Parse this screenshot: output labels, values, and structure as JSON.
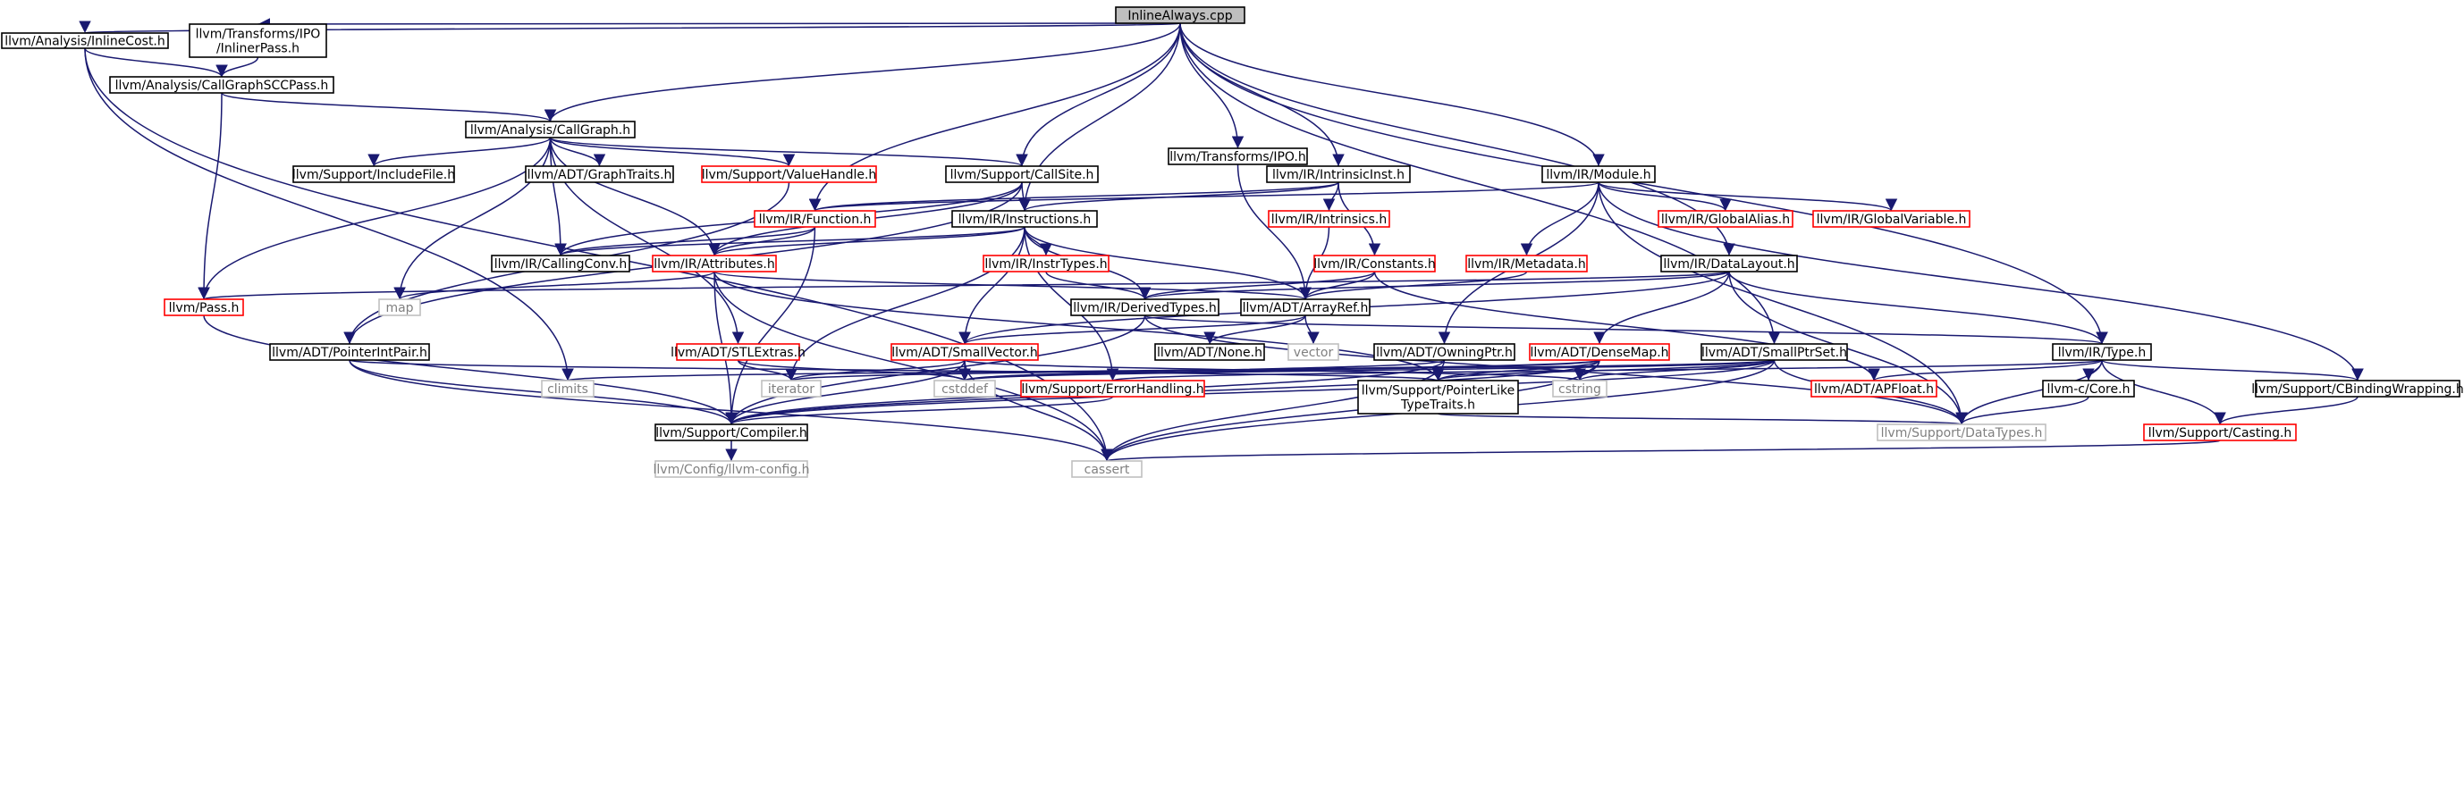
{
  "graph": {
    "colors": {
      "edge": "#191970",
      "root_fill": "#bfbfbf",
      "normal_border": "#000000",
      "truncated_border": "#ff0000",
      "external_border": "#bfbfbf",
      "external_text": "#808080",
      "text": "#000000"
    },
    "nodes": [
      {
        "id": "inline_always",
        "label": [
          "InlineAlways.cpp"
        ],
        "kind": "root"
      },
      {
        "id": "analysis_inlinecost",
        "label": [
          "llvm/Analysis/InlineCost.h"
        ],
        "kind": "normal"
      },
      {
        "id": "transforms_inlinerpass",
        "label": [
          "llvm/Transforms/IPO",
          "/InlinerPass.h"
        ],
        "kind": "normal"
      },
      {
        "id": "analysis_callgraphscc",
        "label": [
          "llvm/Analysis/CallGraphSCCPass.h"
        ],
        "kind": "normal"
      },
      {
        "id": "analysis_callgraph",
        "label": [
          "llvm/Analysis/CallGraph.h"
        ],
        "kind": "normal"
      },
      {
        "id": "transforms_ipo",
        "label": [
          "llvm/Transforms/IPO.h"
        ],
        "kind": "normal"
      },
      {
        "id": "support_includefile",
        "label": [
          "llvm/Support/IncludeFile.h"
        ],
        "kind": "normal"
      },
      {
        "id": "adt_graphtraits",
        "label": [
          "llvm/ADT/GraphTraits.h"
        ],
        "kind": "normal"
      },
      {
        "id": "support_valuehandle",
        "label": [
          "llvm/Support/ValueHandle.h"
        ],
        "kind": "truncated"
      },
      {
        "id": "support_callsite",
        "label": [
          "llvm/Support/CallSite.h"
        ],
        "kind": "normal"
      },
      {
        "id": "ir_intrinsicinst",
        "label": [
          "llvm/IR/IntrinsicInst.h"
        ],
        "kind": "normal"
      },
      {
        "id": "ir_module",
        "label": [
          "llvm/IR/Module.h"
        ],
        "kind": "normal"
      },
      {
        "id": "ir_function",
        "label": [
          "llvm/IR/Function.h"
        ],
        "kind": "truncated"
      },
      {
        "id": "ir_instructions",
        "label": [
          "llvm/IR/Instructions.h"
        ],
        "kind": "normal"
      },
      {
        "id": "ir_intrinsics",
        "label": [
          "llvm/IR/Intrinsics.h"
        ],
        "kind": "truncated"
      },
      {
        "id": "ir_globalalias",
        "label": [
          "llvm/IR/GlobalAlias.h"
        ],
        "kind": "truncated"
      },
      {
        "id": "ir_globalvariable",
        "label": [
          "llvm/IR/GlobalVariable.h"
        ],
        "kind": "truncated"
      },
      {
        "id": "ir_callingconv",
        "label": [
          "llvm/IR/CallingConv.h"
        ],
        "kind": "normal"
      },
      {
        "id": "ir_attributes",
        "label": [
          "llvm/IR/Attributes.h"
        ],
        "kind": "truncated"
      },
      {
        "id": "ir_instrtypes",
        "label": [
          "llvm/IR/InstrTypes.h"
        ],
        "kind": "truncated"
      },
      {
        "id": "ir_constants",
        "label": [
          "llvm/IR/Constants.h"
        ],
        "kind": "truncated"
      },
      {
        "id": "ir_metadata",
        "label": [
          "llvm/IR/Metadata.h"
        ],
        "kind": "truncated"
      },
      {
        "id": "ir_datalayout",
        "label": [
          "llvm/IR/DataLayout.h"
        ],
        "kind": "normal"
      },
      {
        "id": "pass",
        "label": [
          "llvm/Pass.h"
        ],
        "kind": "truncated"
      },
      {
        "id": "map",
        "label": [
          "map"
        ],
        "kind": "external"
      },
      {
        "id": "ir_derivedtypes",
        "label": [
          "llvm/IR/DerivedTypes.h"
        ],
        "kind": "normal"
      },
      {
        "id": "adt_arrayref",
        "label": [
          "llvm/ADT/ArrayRef.h"
        ],
        "kind": "normal"
      },
      {
        "id": "adt_pointerintpair",
        "label": [
          "llvm/ADT/PointerIntPair.h"
        ],
        "kind": "normal"
      },
      {
        "id": "adt_stlextras",
        "label": [
          "llvm/ADT/STLExtras.h"
        ],
        "kind": "truncated"
      },
      {
        "id": "adt_smallvector",
        "label": [
          "llvm/ADT/SmallVector.h"
        ],
        "kind": "truncated"
      },
      {
        "id": "adt_none",
        "label": [
          "llvm/ADT/None.h"
        ],
        "kind": "normal"
      },
      {
        "id": "vector",
        "label": [
          "vector"
        ],
        "kind": "external"
      },
      {
        "id": "adt_owningptr",
        "label": [
          "llvm/ADT/OwningPtr.h"
        ],
        "kind": "normal"
      },
      {
        "id": "adt_densemap",
        "label": [
          "llvm/ADT/DenseMap.h"
        ],
        "kind": "truncated"
      },
      {
        "id": "adt_smallptrset",
        "label": [
          "llvm/ADT/SmallPtrSet.h"
        ],
        "kind": "normal"
      },
      {
        "id": "ir_type",
        "label": [
          "llvm/IR/Type.h"
        ],
        "kind": "normal"
      },
      {
        "id": "climits",
        "label": [
          "climits"
        ],
        "kind": "external"
      },
      {
        "id": "iterator",
        "label": [
          "iterator"
        ],
        "kind": "external"
      },
      {
        "id": "cstddef",
        "label": [
          "cstddef"
        ],
        "kind": "external"
      },
      {
        "id": "support_errorhandling",
        "label": [
          "llvm/Support/ErrorHandling.h"
        ],
        "kind": "truncated"
      },
      {
        "id": "support_pointerliketypetraits",
        "label": [
          "llvm/Support/PointerLike",
          "TypeTraits.h"
        ],
        "kind": "normal"
      },
      {
        "id": "cstring",
        "label": [
          "cstring"
        ],
        "kind": "external"
      },
      {
        "id": "adt_apfloat",
        "label": [
          "llvm/ADT/APFloat.h"
        ],
        "kind": "truncated"
      },
      {
        "id": "llvmc_core",
        "label": [
          "llvm-c/Core.h"
        ],
        "kind": "normal"
      },
      {
        "id": "support_cbindingwrapping",
        "label": [
          "llvm/Support/CBindingWrapping.h"
        ],
        "kind": "normal"
      },
      {
        "id": "support_compiler",
        "label": [
          "llvm/Support/Compiler.h"
        ],
        "kind": "normal"
      },
      {
        "id": "support_datatypes",
        "label": [
          "llvm/Support/DataTypes.h"
        ],
        "kind": "external"
      },
      {
        "id": "support_casting",
        "label": [
          "llvm/Support/Casting.h"
        ],
        "kind": "truncated"
      },
      {
        "id": "config_llvmconfig",
        "label": [
          "llvm/Config/llvm-config.h"
        ],
        "kind": "external"
      },
      {
        "id": "cassert",
        "label": [
          "cassert"
        ],
        "kind": "external"
      }
    ],
    "edges": [
      [
        "inline_always",
        "analysis_inlinecost"
      ],
      [
        "inline_always",
        "transforms_inlinerpass"
      ],
      [
        "inline_always",
        "analysis_callgraph"
      ],
      [
        "inline_always",
        "ir_function"
      ],
      [
        "inline_always",
        "transforms_ipo"
      ],
      [
        "inline_always",
        "support_callsite"
      ],
      [
        "inline_always",
        "ir_instructions"
      ],
      [
        "inline_always",
        "ir_intrinsicinst"
      ],
      [
        "inline_always",
        "ir_module"
      ],
      [
        "inline_always",
        "ir_datalayout"
      ],
      [
        "inline_always",
        "adt_smallptrset"
      ],
      [
        "inline_always",
        "ir_type"
      ],
      [
        "analysis_inlinecost",
        "analysis_callgraphscc"
      ],
      [
        "analysis_inlinecost",
        "climits"
      ],
      [
        "analysis_inlinecost",
        "cassert"
      ],
      [
        "transforms_inlinerpass",
        "analysis_callgraphscc"
      ],
      [
        "analysis_callgraphscc",
        "analysis_callgraph"
      ],
      [
        "analysis_callgraphscc",
        "pass"
      ],
      [
        "analysis_callgraph",
        "support_includefile"
      ],
      [
        "analysis_callgraph",
        "adt_graphtraits"
      ],
      [
        "analysis_callgraph",
        "support_valuehandle"
      ],
      [
        "analysis_callgraph",
        "support_callsite"
      ],
      [
        "analysis_callgraph",
        "ir_callingconv"
      ],
      [
        "analysis_callgraph",
        "pass"
      ],
      [
        "analysis_callgraph",
        "adt_stlextras"
      ],
      [
        "analysis_callgraph",
        "map"
      ],
      [
        "analysis_callgraph",
        "ir_attributes"
      ],
      [
        "transforms_ipo",
        "adt_arrayref"
      ],
      [
        "support_valuehandle",
        "adt_pointerintpair"
      ],
      [
        "support_callsite",
        "ir_instructions"
      ],
      [
        "support_callsite",
        "ir_attributes"
      ],
      [
        "support_callsite",
        "ir_callingconv"
      ],
      [
        "support_callsite",
        "adt_pointerintpair"
      ],
      [
        "ir_intrinsicinst",
        "ir_function"
      ],
      [
        "ir_intrinsicinst",
        "ir_instructions"
      ],
      [
        "ir_intrinsicinst",
        "ir_intrinsics"
      ],
      [
        "ir_intrinsicinst",
        "ir_constants"
      ],
      [
        "ir_module",
        "ir_function"
      ],
      [
        "ir_module",
        "ir_globalalias"
      ],
      [
        "ir_module",
        "ir_globalvariable"
      ],
      [
        "ir_module",
        "ir_metadata"
      ],
      [
        "ir_module",
        "adt_owningptr"
      ],
      [
        "ir_module",
        "support_cbindingwrapping"
      ],
      [
        "ir_module",
        "support_datatypes"
      ],
      [
        "ir_function",
        "ir_callingconv"
      ],
      [
        "ir_function",
        "ir_attributes"
      ],
      [
        "ir_function",
        "support_compiler"
      ],
      [
        "ir_instructions",
        "ir_attributes"
      ],
      [
        "ir_instructions",
        "ir_callingconv"
      ],
      [
        "ir_instructions",
        "ir_instrtypes"
      ],
      [
        "ir_instructions",
        "ir_derivedtypes"
      ],
      [
        "ir_instructions",
        "adt_arrayref"
      ],
      [
        "ir_instructions",
        "adt_smallvector"
      ],
      [
        "ir_instructions",
        "support_errorhandling"
      ],
      [
        "ir_instructions",
        "iterator"
      ],
      [
        "ir_intrinsics",
        "adt_arrayref"
      ],
      [
        "ir_attributes",
        "adt_arrayref"
      ],
      [
        "ir_attributes",
        "support_pointerliketypetraits"
      ],
      [
        "ir_attributes",
        "support_compiler"
      ],
      [
        "ir_attributes",
        "map"
      ],
      [
        "ir_attributes",
        "cassert"
      ],
      [
        "ir_instrtypes",
        "ir_derivedtypes"
      ],
      [
        "ir_constants",
        "ir_derivedtypes"
      ],
      [
        "ir_constants",
        "adt_arrayref"
      ],
      [
        "ir_constants",
        "adt_apfloat"
      ],
      [
        "ir_metadata",
        "adt_arrayref"
      ],
      [
        "ir_datalayout",
        "ir_derivedtypes"
      ],
      [
        "ir_datalayout",
        "ir_type"
      ],
      [
        "ir_datalayout",
        "adt_densemap"
      ],
      [
        "ir_datalayout",
        "adt_smallvector"
      ],
      [
        "ir_datalayout",
        "support_datatypes"
      ],
      [
        "ir_datalayout",
        "pass"
      ],
      [
        "pass",
        "support_compiler"
      ],
      [
        "ir_derivedtypes",
        "ir_type"
      ],
      [
        "ir_derivedtypes",
        "support_compiler"
      ],
      [
        "ir_derivedtypes",
        "support_datatypes"
      ],
      [
        "adt_arrayref",
        "adt_none"
      ],
      [
        "adt_arrayref",
        "adt_smallvector"
      ],
      [
        "adt_arrayref",
        "vector"
      ],
      [
        "adt_pointerintpair",
        "support_pointerliketypetraits"
      ],
      [
        "adt_pointerintpair",
        "support_compiler"
      ],
      [
        "adt_pointerintpair",
        "cassert"
      ],
      [
        "adt_stlextras",
        "iterator"
      ],
      [
        "adt_stlextras",
        "cstddef"
      ],
      [
        "adt_smallvector",
        "iterator"
      ],
      [
        "adt_smallvector",
        "cstddef"
      ],
      [
        "adt_smallvector",
        "cstring"
      ],
      [
        "adt_smallvector",
        "support_compiler"
      ],
      [
        "adt_smallvector",
        "cassert"
      ],
      [
        "adt_owningptr",
        "support_compiler"
      ],
      [
        "adt_owningptr",
        "cassert"
      ],
      [
        "adt_owningptr",
        "cstddef"
      ],
      [
        "adt_densemap",
        "support_pointerliketypetraits"
      ],
      [
        "adt_densemap",
        "cstring"
      ],
      [
        "adt_densemap",
        "iterator"
      ],
      [
        "adt_densemap",
        "support_compiler"
      ],
      [
        "adt_densemap",
        "cassert"
      ],
      [
        "adt_densemap",
        "cstddef"
      ],
      [
        "adt_smallptrset",
        "support_pointerliketypetraits"
      ],
      [
        "adt_smallptrset",
        "cstring"
      ],
      [
        "adt_smallptrset",
        "support_datatypes"
      ],
      [
        "adt_smallptrset",
        "cassert"
      ],
      [
        "adt_smallptrset",
        "climits"
      ],
      [
        "adt_smallptrset",
        "cstddef"
      ],
      [
        "adt_smallptrset",
        "support_compiler"
      ],
      [
        "ir_type",
        "adt_apfloat"
      ],
      [
        "ir_type",
        "llvmc_core"
      ],
      [
        "ir_type",
        "support_cbindingwrapping"
      ],
      [
        "ir_type",
        "support_casting"
      ],
      [
        "ir_type",
        "support_datatypes"
      ],
      [
        "ir_type",
        "support_errorhandling"
      ],
      [
        "support_pointerliketypetraits",
        "support_datatypes"
      ],
      [
        "support_errorhandling",
        "support_compiler"
      ],
      [
        "llvmc_core",
        "support_datatypes"
      ],
      [
        "support_cbindingwrapping",
        "support_casting"
      ],
      [
        "support_casting",
        "cassert"
      ],
      [
        "support_compiler",
        "config_llvmconfig"
      ]
    ]
  }
}
